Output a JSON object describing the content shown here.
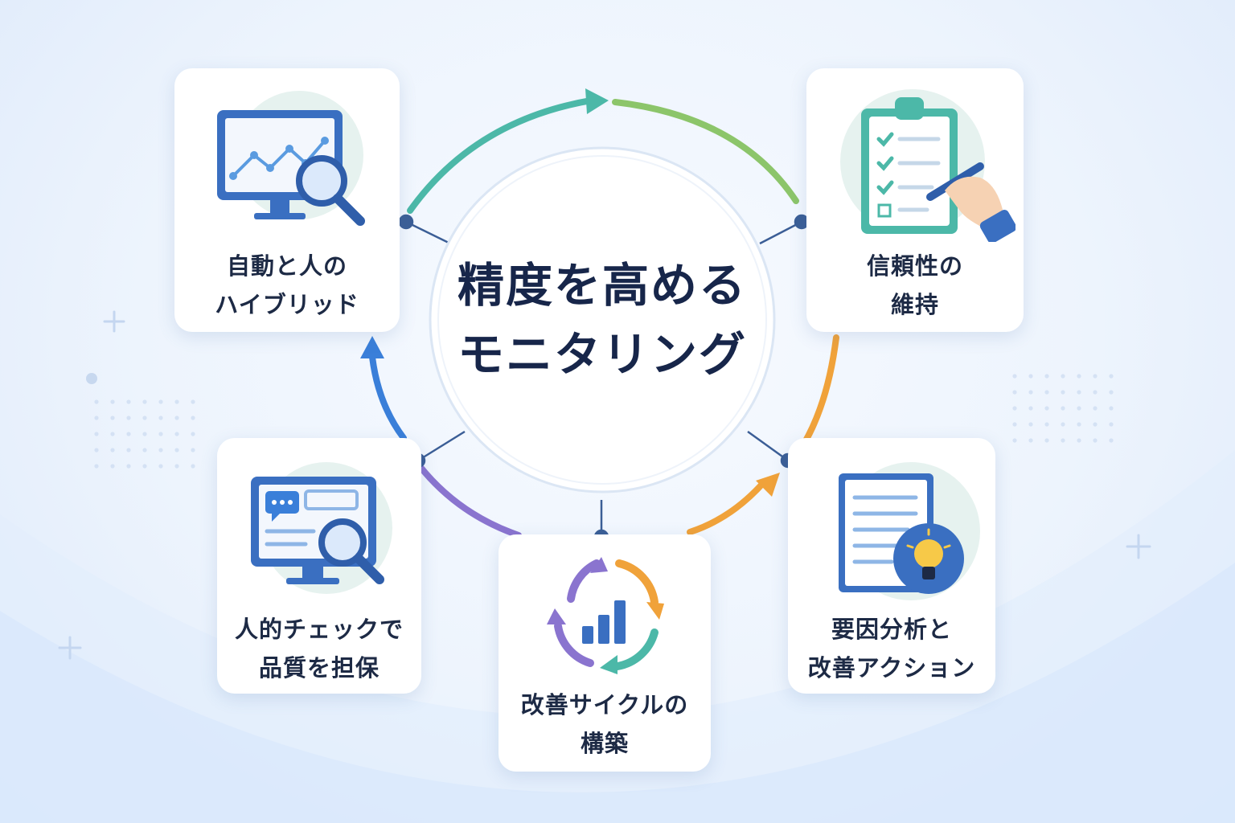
{
  "diagram": {
    "center": {
      "line1": "精度を高める",
      "line2": "モニタリング"
    },
    "nodes": [
      {
        "id": "hybrid",
        "line1": "自動と人の",
        "line2": "ハイブリッド",
        "icon": "monitor-chart-magnifier-icon"
      },
      {
        "id": "reliability",
        "line1": "信頼性の",
        "line2": "維持",
        "icon": "clipboard-checklist-pen-icon"
      },
      {
        "id": "root-cause",
        "line1": "要因分析と",
        "line2": "改善アクション",
        "icon": "document-lightbulb-icon"
      },
      {
        "id": "cycle",
        "line1": "改善サイクルの",
        "line2": "構築",
        "icon": "cycle-bar-chart-icon"
      },
      {
        "id": "human-check",
        "line1": "人的チェックで",
        "line2": "品質を担保",
        "icon": "monitor-chat-magnifier-icon"
      }
    ],
    "colors": {
      "navy": "#1d2a45",
      "blue": "#3a6fc1",
      "teal": "#4cb8a8",
      "green": "#8cc56a",
      "orange": "#f0a23a",
      "purple": "#8a74cf",
      "yellow": "#f7c948"
    }
  }
}
